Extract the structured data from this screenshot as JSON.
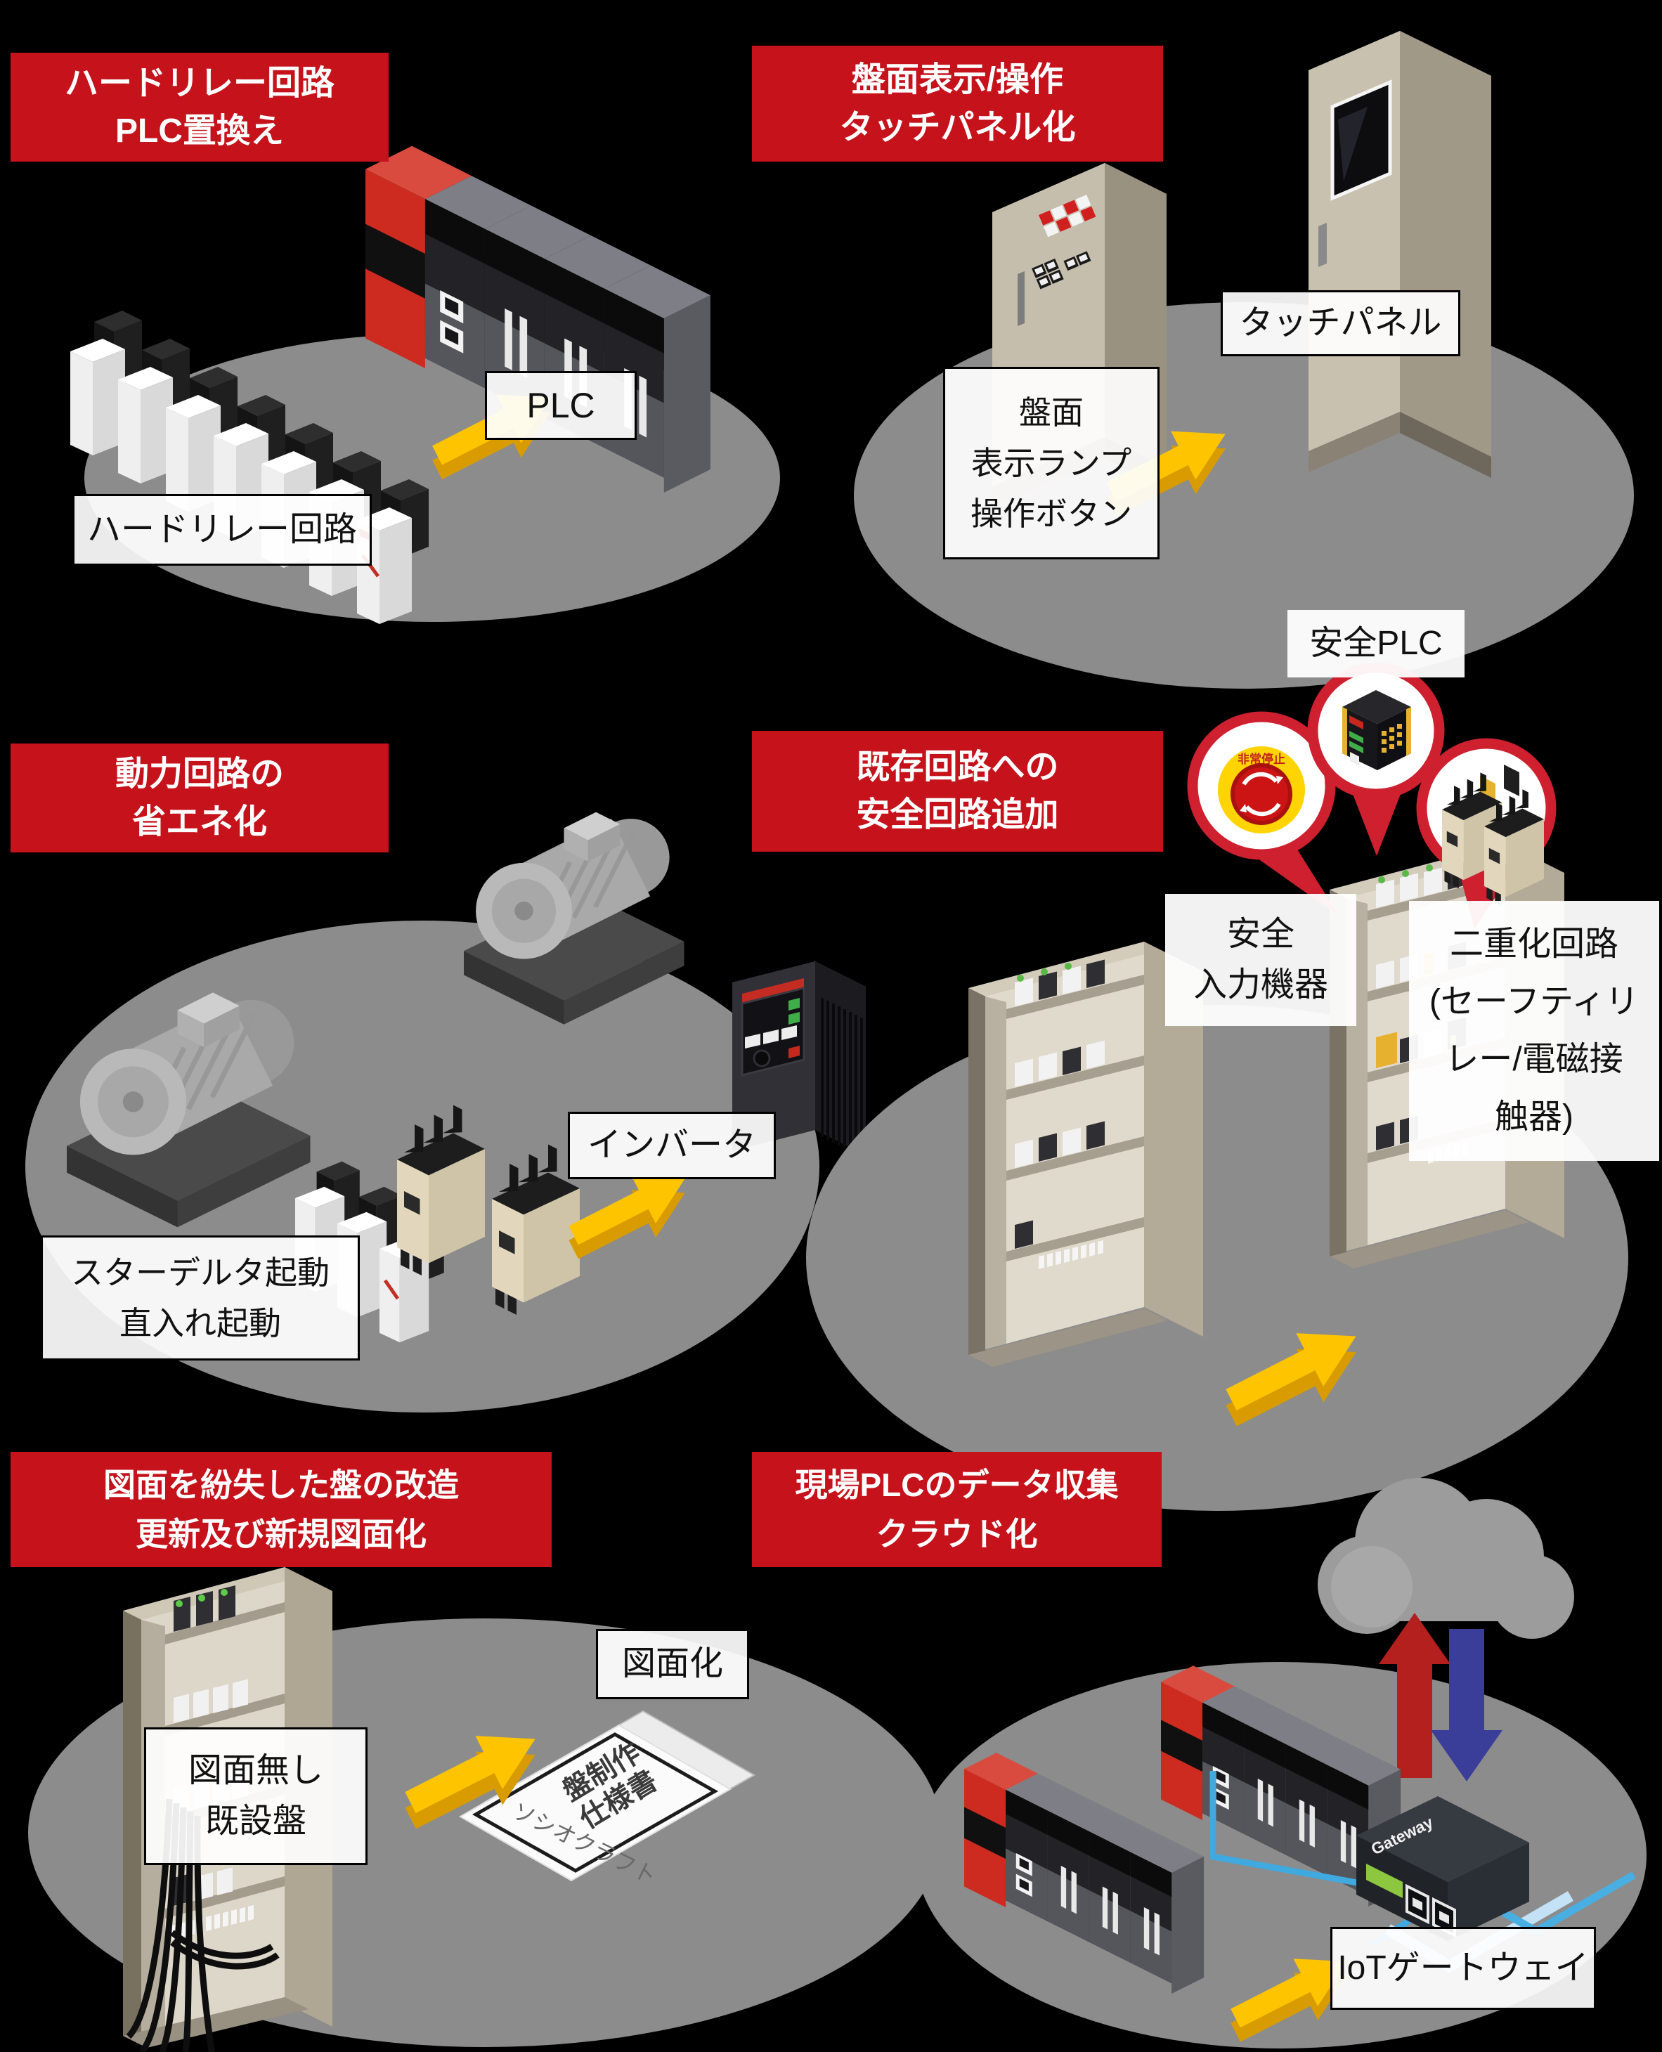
{
  "colors": {
    "background": "#000000",
    "title_bg": "#c5121b",
    "title_text": "#ffffff",
    "ground_gray": "#8c8c8c",
    "label_bg": "#ffffff",
    "label_border": "#000000",
    "arrow_yellow": "#ffc400",
    "arrow_yellow_dark": "#d89c00",
    "upload_arrow_red": "#b3201d",
    "download_arrow_blue": "#3a3e99",
    "cable_blue": "#3fa9e0",
    "cable_blue_light": "#c3e2f5",
    "led_green": "#8dc63f",
    "pin_red": "#cf2030",
    "estop_yellow": "#ffd400",
    "estop_red": "#cc1414",
    "plc_red": "#ce2b20",
    "cabinet_beige": "#c6beac",
    "device_dark": "#26262b",
    "component_yellow": "#e6b12e",
    "lamp_red": "#d01f1f"
  },
  "panels": [
    {
      "id": "relay-to-plc",
      "title": [
        "ハードリレー回路",
        "PLC置換え"
      ],
      "labels": {
        "plc": "PLC",
        "old": "ハードリレー回路"
      }
    },
    {
      "id": "panel-display-to-touchpanel",
      "title": [
        "盤面表示/操作",
        "タッチパネル化"
      ],
      "labels": {
        "touch": "タッチパネル",
        "old": [
          "盤面",
          "表示ランプ",
          "操作ボタン"
        ]
      }
    },
    {
      "id": "power-circuit-energy-saving",
      "title": [
        "動力回路の",
        "省エネ化"
      ],
      "labels": {
        "inverter": "インバータ",
        "old": [
          "スターデルタ起動",
          "直入れ起動"
        ]
      }
    },
    {
      "id": "add-safety-circuit",
      "title": [
        "既存回路への",
        "安全回路追加"
      ],
      "labels": {
        "safety_plc": "安全PLC",
        "safety_input": [
          "安全",
          "入力機器"
        ],
        "dual": [
          "二重化回路",
          "(セーフティリ",
          "レー/電磁接",
          "触器)"
        ],
        "estop_text": "非常停止"
      }
    },
    {
      "id": "lost-drawing-renewal",
      "title": [
        "図面を紛失した盤の改造",
        "更新及び新規図面化"
      ],
      "labels": {
        "new": "図面化",
        "old": [
          "図面無し",
          "既設盤"
        ],
        "document": [
          "盤制作",
          "仕様書"
        ],
        "brand": "ソシオクラフト"
      }
    },
    {
      "id": "plc-data-to-cloud",
      "title": [
        "現場PLCのデータ収集",
        "クラウド化"
      ],
      "labels": {
        "gateway": "IoTゲートウェイ",
        "device": "Gateway"
      }
    }
  ]
}
